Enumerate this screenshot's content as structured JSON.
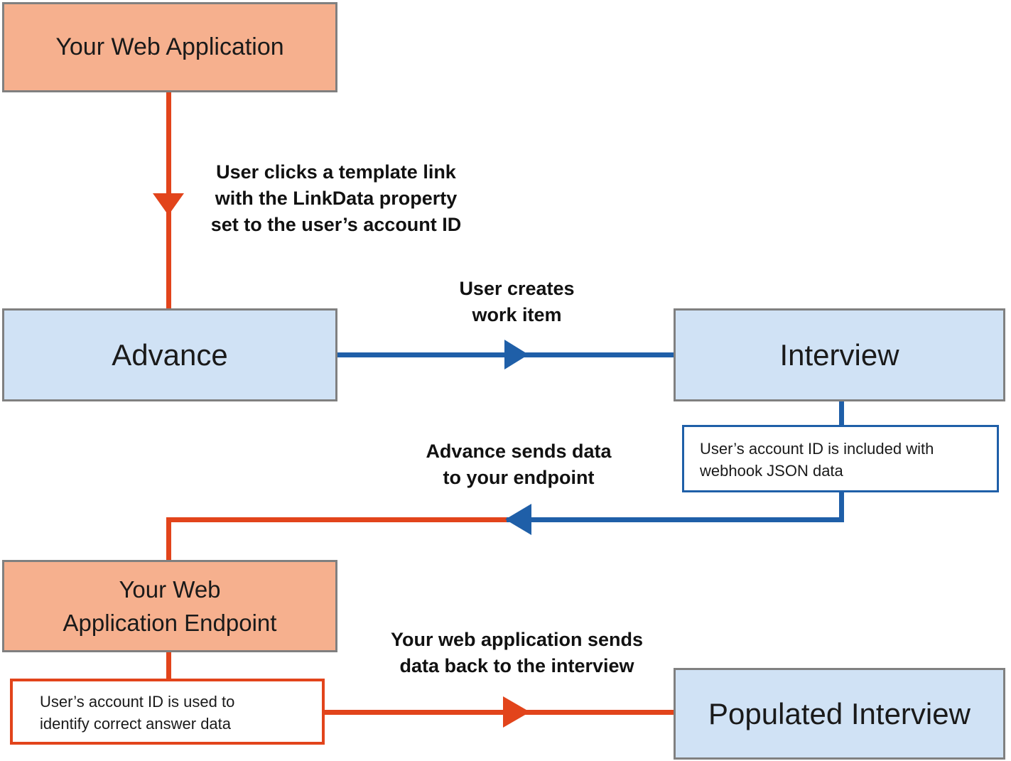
{
  "diagram": {
    "boxes": {
      "your_web_application": {
        "label": "Your Web Application"
      },
      "advance": {
        "label": "Advance"
      },
      "interview": {
        "label": "Interview"
      },
      "endpoint": {
        "line1": "Your Web",
        "line2": "Application Endpoint"
      },
      "populated_interview": {
        "label": "Populated Interview"
      }
    },
    "notes": {
      "webhook": {
        "line1": "User’s account ID is included with",
        "line2": "webhook JSON data"
      },
      "account": {
        "line1": "User’s account ID is used to",
        "line2": "identify correct answer data"
      }
    },
    "labels": {
      "template_link": {
        "line1": "User clicks a template link",
        "line2": "with the LinkData property",
        "line3": "set to the user’s account ID"
      },
      "creates_work_item": {
        "line1": "User creates",
        "line2": "work item"
      },
      "sends_data": {
        "line1": "Advance sends data",
        "line2": "to your endpoint"
      },
      "sends_back": {
        "line1": "Your web application sends",
        "line2": "data back to the interview"
      }
    },
    "colors": {
      "box_salmon": "#F6B08E",
      "box_blue": "#D0E2F5",
      "box_border_gray": "#808080",
      "line_red": "#E2441B",
      "line_blue": "#1F5FA8",
      "note_background": "#FFFFFF",
      "text": "#1A1A1A"
    }
  }
}
